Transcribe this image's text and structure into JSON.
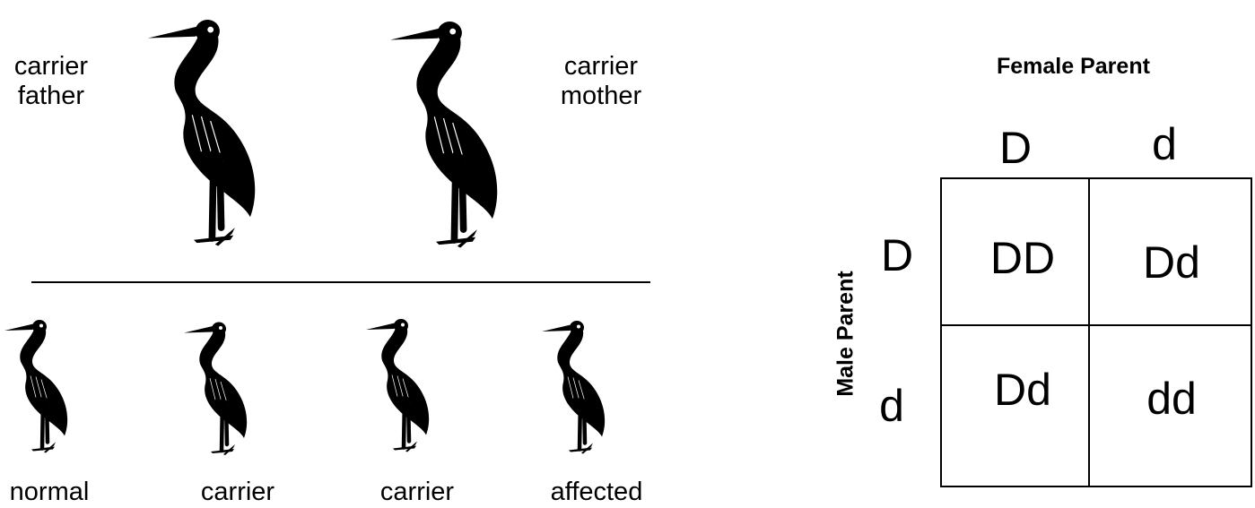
{
  "cross": {
    "parents": {
      "father": [
        "carrier",
        "father"
      ],
      "mother": [
        "carrier",
        "mother"
      ]
    },
    "offspring": [
      "normal",
      "carrier",
      "carrier",
      "affected"
    ]
  },
  "punnett": {
    "column_title": "Female Parent",
    "row_title": "Male Parent",
    "columns": [
      "D",
      "d"
    ],
    "rows": [
      "D",
      "d"
    ],
    "cells": [
      [
        "DD",
        "Dd"
      ],
      [
        "Dd",
        "dd"
      ]
    ]
  },
  "icons": {
    "bird": "crane-silhouette-icon"
  }
}
